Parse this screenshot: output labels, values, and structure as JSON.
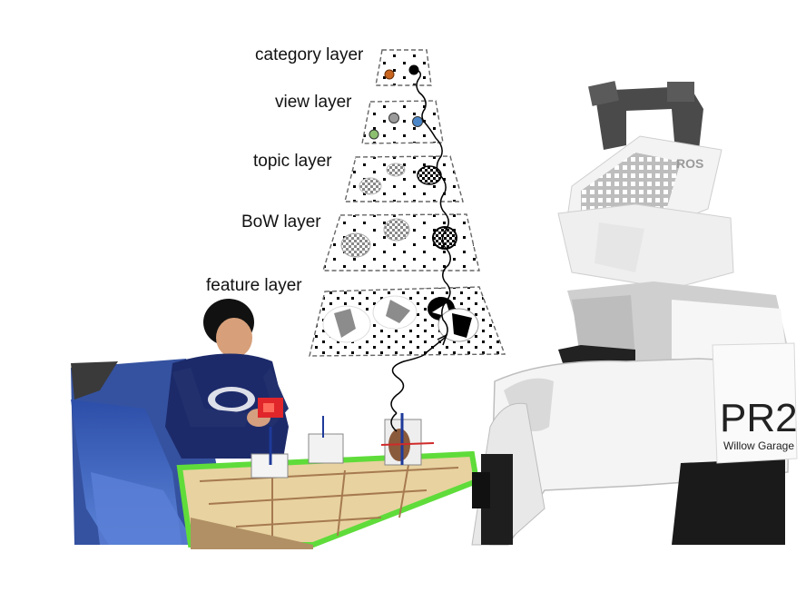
{
  "layers": {
    "category": "category layer",
    "view": "view layer",
    "topic": "topic layer",
    "bow": "BoW layer",
    "feature": "feature layer"
  },
  "robot": {
    "model": "PR2",
    "maker": "Willow Garage",
    "head_logo": "ROS"
  },
  "colors": {
    "category_dot": "#c8641e",
    "view_dot_gray": "#9a9a9a",
    "view_dot_blue": "#4a86c8",
    "view_dot_green": "#8cc070",
    "table_border": "#5fdc3a",
    "person_shirt": "#1c2a6a"
  }
}
